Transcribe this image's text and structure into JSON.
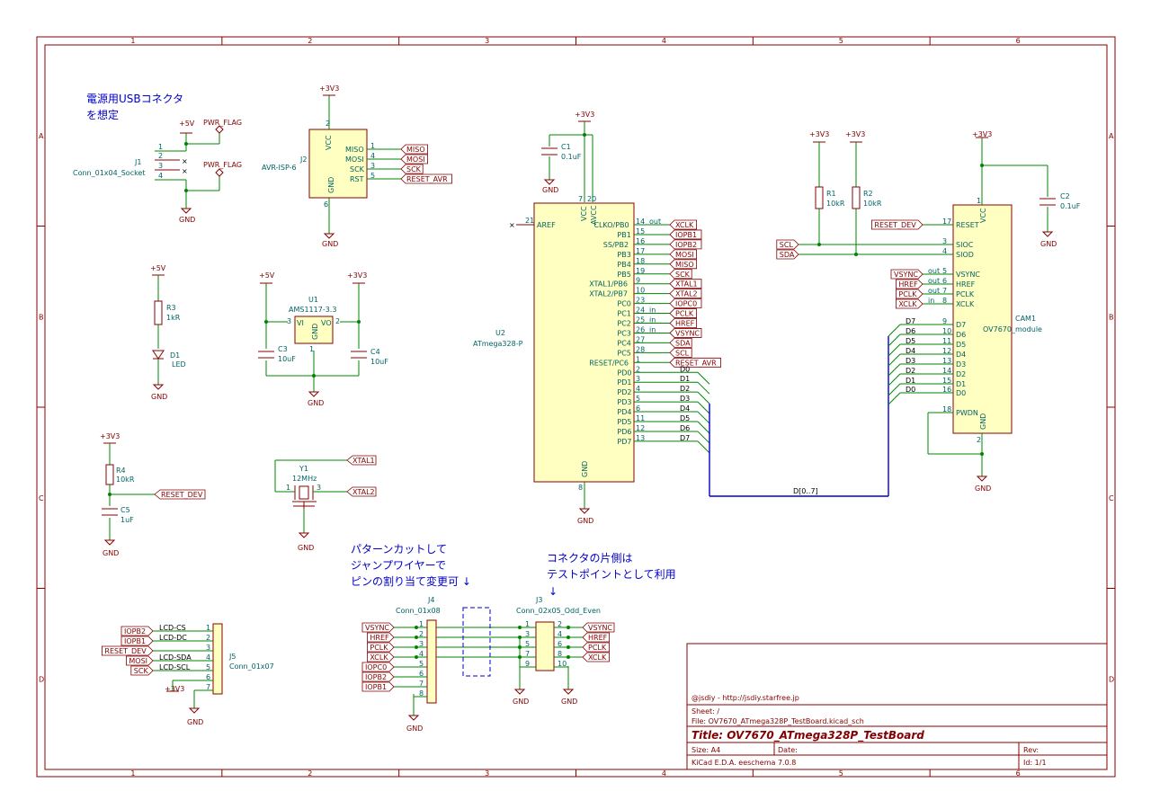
{
  "frame": {
    "cols": [
      "1",
      "2",
      "3",
      "4",
      "5",
      "6"
    ],
    "rows": [
      "A",
      "B",
      "C",
      "D"
    ]
  },
  "notes": {
    "usb_line1": "電源用USBコネクタ",
    "usb_line2": "を想定",
    "pattern_line1": "パターンカットして",
    "pattern_line2": "ジャンプワイヤーで",
    "pattern_line3": "ピンの割り当て変更可 ↓",
    "conn_line1": "コネクタの片側は",
    "conn_line2": "テストポイントとして利用",
    "conn_arrow": "↓"
  },
  "power": {
    "p5v": "+5V",
    "p3v3": "+3V3",
    "gnd": "GND",
    "pwr_flag": "PWR_FLAG"
  },
  "j1": {
    "ref": "J1",
    "value": "Conn_01x04_Socket",
    "pins": [
      "1",
      "2",
      "3",
      "4"
    ]
  },
  "j2": {
    "ref": "J2",
    "value": "AVR-ISP-6",
    "vcc": "VCC",
    "gnd": "GND",
    "pins": [
      {
        "n": "1",
        "name": "MISO",
        "net": "MISO"
      },
      {
        "n": "4",
        "name": "MOSI",
        "net": "MOSI"
      },
      {
        "n": "3",
        "name": "SCK",
        "net": "SCK"
      },
      {
        "n": "5",
        "name": "RST",
        "net": "RESET_AVR"
      }
    ],
    "vcc_pin": "2",
    "gnd_pin": "6"
  },
  "r3": {
    "ref": "R3",
    "value": "1kR"
  },
  "d1": {
    "ref": "D1",
    "value": "LED"
  },
  "u1": {
    "ref": "U1",
    "value": "AMS1117-3.3",
    "vi": "VI",
    "vo": "VO",
    "gnd": "GND",
    "pin_vi": "3",
    "pin_vo": "2",
    "pin_gnd": "1"
  },
  "c3": {
    "ref": "C3",
    "value": "10uF"
  },
  "c4": {
    "ref": "C4",
    "value": "10uF"
  },
  "r4": {
    "ref": "R4",
    "value": "10kR"
  },
  "c5": {
    "ref": "C5",
    "value": "1uF"
  },
  "reset_dev": "RESET_DEV",
  "y1": {
    "ref": "Y1",
    "value": "12MHz",
    "p1": "1",
    "p3": "3",
    "net1": "XTAL1",
    "net2": "XTAL2"
  },
  "c1": {
    "ref": "C1",
    "value": "0.1uF"
  },
  "c2": {
    "ref": "C2",
    "value": "0.1uF"
  },
  "r1": {
    "ref": "R1",
    "value": "10kR"
  },
  "r2": {
    "ref": "R2",
    "value": "10kR"
  },
  "u2": {
    "ref": "U2",
    "value": "ATmega328-P",
    "vcc": "VCC",
    "avcc": "AVCC",
    "gnd": "GND",
    "aref": "AREF",
    "pin_vcc": "7",
    "pin_avcc": "20",
    "pin_gnd": "8",
    "pin_aref": "21",
    "right": [
      {
        "n": "14",
        "name": "CLKO/PB0",
        "dir": "out",
        "net": "XCLK"
      },
      {
        "n": "15",
        "name": "PB1",
        "dir": "",
        "net": "IOPB1"
      },
      {
        "n": "16",
        "name": "SS/PB2",
        "dir": "",
        "net": "IOPB2"
      },
      {
        "n": "17",
        "name": "PB3",
        "dir": "",
        "net": "MOSI"
      },
      {
        "n": "18",
        "name": "PB4",
        "dir": "",
        "net": "MISO"
      },
      {
        "n": "19",
        "name": "PB5",
        "dir": "",
        "net": "SCK"
      },
      {
        "n": "9",
        "name": "XTAL1/PB6",
        "dir": "",
        "net": "XTAL1"
      },
      {
        "n": "10",
        "name": "XTAL2/PB7",
        "dir": "",
        "net": "XTAL2"
      },
      {
        "n": "23",
        "name": "PC0",
        "dir": "",
        "net": "IOPC0"
      },
      {
        "n": "24",
        "name": "PC1",
        "dir": "in",
        "net": "PCLK"
      },
      {
        "n": "25",
        "name": "PC2",
        "dir": "in",
        "net": "HREF"
      },
      {
        "n": "26",
        "name": "PC3",
        "dir": "in",
        "net": "VSYNC"
      },
      {
        "n": "27",
        "name": "PC4",
        "dir": "",
        "net": "SDA"
      },
      {
        "n": "28",
        "name": "PC5",
        "dir": "",
        "net": "SCL"
      },
      {
        "n": "1",
        "name": "RESET/PC6",
        "dir": "",
        "net": "RESET_AVR"
      },
      {
        "n": "2",
        "name": "PD0",
        "dir": "",
        "net": "D0"
      },
      {
        "n": "3",
        "name": "PD1",
        "dir": "",
        "net": "D1"
      },
      {
        "n": "4",
        "name": "PD2",
        "dir": "",
        "net": "D2"
      },
      {
        "n": "5",
        "name": "PD3",
        "dir": "",
        "net": "D3"
      },
      {
        "n": "6",
        "name": "PD4",
        "dir": "",
        "net": "D4"
      },
      {
        "n": "11",
        "name": "PD5",
        "dir": "",
        "net": "D5"
      },
      {
        "n": "12",
        "name": "PD6",
        "dir": "",
        "net": "D6"
      },
      {
        "n": "13",
        "name": "PD7",
        "dir": "",
        "net": "D7"
      }
    ]
  },
  "cam1": {
    "ref": "CAM1",
    "value": "OV7670_module",
    "vcc": "VCC",
    "gnd": "GND",
    "pin_vcc": "1",
    "pin_gnd": "2",
    "left": [
      {
        "n": "17",
        "name": "RESET",
        "dir": "",
        "net": "RESET_DEV"
      },
      {
        "n": "3",
        "name": "SIOC",
        "dir": "",
        "net": "SCL"
      },
      {
        "n": "4",
        "name": "SIOD",
        "dir": "",
        "net": "SDA"
      },
      {
        "n": "5",
        "name": "VSYNC",
        "dir": "out",
        "net": "VSYNC"
      },
      {
        "n": "6",
        "name": "HREF",
        "dir": "out",
        "net": "HREF"
      },
      {
        "n": "7",
        "name": "PCLK",
        "dir": "out",
        "net": "PCLK"
      },
      {
        "n": "8",
        "name": "XCLK",
        "dir": "in",
        "net": "XCLK"
      },
      {
        "n": "9",
        "name": "D7",
        "dir": "",
        "net": "D7"
      },
      {
        "n": "10",
        "name": "D6",
        "dir": "",
        "net": "D6"
      },
      {
        "n": "11",
        "name": "D5",
        "dir": "",
        "net": "D5"
      },
      {
        "n": "12",
        "name": "D4",
        "dir": "",
        "net": "D4"
      },
      {
        "n": "13",
        "name": "D3",
        "dir": "",
        "net": "D3"
      },
      {
        "n": "14",
        "name": "D2",
        "dir": "",
        "net": "D2"
      },
      {
        "n": "15",
        "name": "D1",
        "dir": "",
        "net": "D1"
      },
      {
        "n": "16",
        "name": "D0",
        "dir": "",
        "net": "D0"
      },
      {
        "n": "18",
        "name": "PWDN",
        "dir": "",
        "net": ""
      }
    ]
  },
  "bus_label": "D[0..7]",
  "j5": {
    "ref": "J5",
    "value": "Conn_01x07",
    "pins": [
      {
        "n": "1",
        "net": "IOPB2",
        "sig": "LCD-CS"
      },
      {
        "n": "2",
        "net": "IOPB1",
        "sig": "LCD-DC"
      },
      {
        "n": "3",
        "net": "RESET_DEV",
        "sig": ""
      },
      {
        "n": "4",
        "net": "MOSI",
        "sig": "LCD-SDA"
      },
      {
        "n": "5",
        "net": "SCK",
        "sig": "LCD-SCL"
      },
      {
        "n": "6",
        "net": "+3V3",
        "sig": ""
      },
      {
        "n": "7",
        "net": "GND",
        "sig": ""
      }
    ]
  },
  "j4": {
    "ref": "J4",
    "value": "Conn_01x08",
    "pins": [
      {
        "n": "1",
        "net": "VSYNC"
      },
      {
        "n": "2",
        "net": "HREF"
      },
      {
        "n": "3",
        "net": "PCLK"
      },
      {
        "n": "4",
        "net": "XCLK"
      },
      {
        "n": "5",
        "net": "IOPC0"
      },
      {
        "n": "6",
        "net": "IOPB2"
      },
      {
        "n": "7",
        "net": "IOPB1"
      },
      {
        "n": "8",
        "net": "GND"
      }
    ]
  },
  "j3": {
    "ref": "J3",
    "value": "Conn_02x05_Odd_Even",
    "left_pins": [
      "1",
      "3",
      "5",
      "7",
      "9"
    ],
    "right_pins": [
      {
        "n": "2",
        "net": "VSYNC"
      },
      {
        "n": "4",
        "net": "HREF"
      },
      {
        "n": "6",
        "net": "PCLK"
      },
      {
        "n": "8",
        "net": "XCLK"
      },
      {
        "n": "10",
        "net": ""
      }
    ]
  },
  "title_block": {
    "company": "@jsdiy - http://jsdiy.starfree.jp",
    "sheet": "Sheet: /",
    "file": "File: OV7670_ATmega328P_TestBoard.kicad_sch",
    "title": "Title:  OV7670_ATmega328P_TestBoard",
    "size": "Size: A4",
    "date": "Date:",
    "rev": "Rev:",
    "tool": "KiCad E.D.A.  eeschema 7.0.8",
    "id": "Id: 1/1"
  }
}
